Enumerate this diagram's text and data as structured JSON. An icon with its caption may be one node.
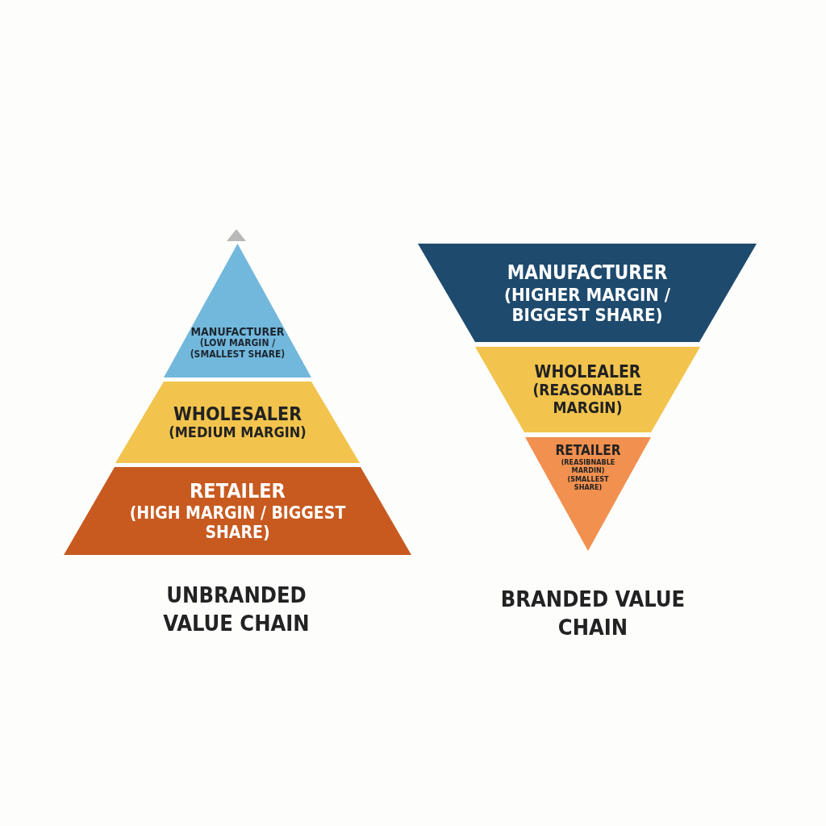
{
  "diagram": {
    "nodes": [
      {
        "text": [
          "MANUFACTURER",
          "(LOW MARGIN / (SMALLEST SHARE)"
        ]
      },
      {
        "text": [
          "WHOLESALER",
          "(MEDIUM MARGIN)"
        ]
      },
      {
        "text": [
          "RETAILER",
          "(HIGH MARGIN / BIGGEST SHARE)"
        ]
      },
      {
        "text": [
          "MANUFACTURER",
          "(HIGHER MARGIN / BIGGEST SHARE)"
        ]
      },
      {
        "text": [
          "WHOLEALER",
          "(REASONABLE MARGIN)"
        ]
      },
      {
        "text": [
          "RETAILER",
          "(REASIBNABLE MARDIN) (SMALLEST SHARE)"
        ]
      }
    ],
    "edges": [],
    "labels": [
      "UNBRANDED VALUE CHAIN",
      "BRANDED VALUE CHAIN"
    ]
  }
}
